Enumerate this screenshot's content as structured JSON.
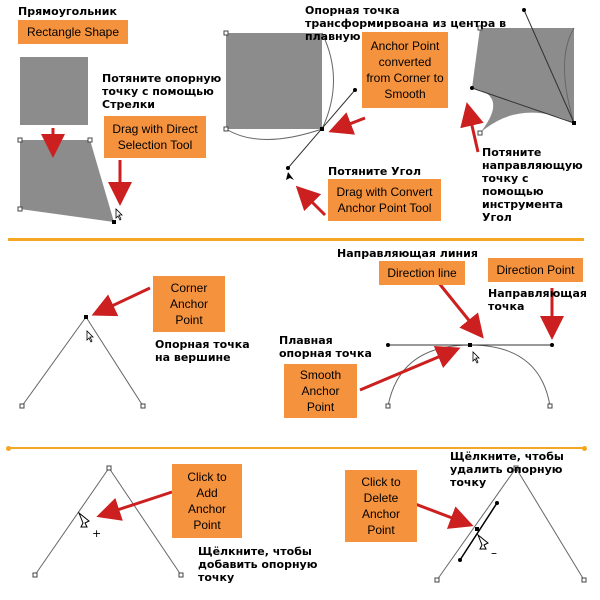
{
  "section1": {
    "ru_rectangle": "Прямоугольник",
    "rectangle_shape": "Rectangle Shape",
    "ru_drag_direct": "Потяните опорную точку с помощью Стрелки",
    "drag_direct": "Drag with Direct Selection Tool",
    "ru_transform": "Опорная точка трансформирвоана из центра в плавную точку",
    "anchor_converted": "Anchor Point converted from Corner to Smooth",
    "ru_drag_corner": "Потяните Угол",
    "drag_convert": "Drag with Convert Anchor Point Tool",
    "ru_drag_direction": "Потяните направляющую точку с помощью инструмента Угол"
  },
  "section2": {
    "ru_direction_line": "Направляющая линия",
    "direction_line": "Direction line",
    "direction_point": "Direction Point",
    "ru_direction_point": "Направляющая точка",
    "corner_anchor": "Corner Anchor Point",
    "ru_corner_anchor": "Опорная точка на вершине",
    "ru_smooth_anchor": "Плавная опорная точка",
    "smooth_anchor": "Smooth Anchor Point"
  },
  "section3": {
    "click_add": "Click to Add Anchor Point",
    "ru_click_add": "Щёлкните, чтобы добавить опорную точку",
    "click_delete": "Click to Delete Anchor Point",
    "ru_click_delete": "Щёлкните, чтобы удалить опорную точку"
  },
  "colors": {
    "label_fill": "#f5923e",
    "arrow": "#cc1f1f",
    "shape_fill": "#8c8c8c",
    "divider": "#f5a623"
  }
}
